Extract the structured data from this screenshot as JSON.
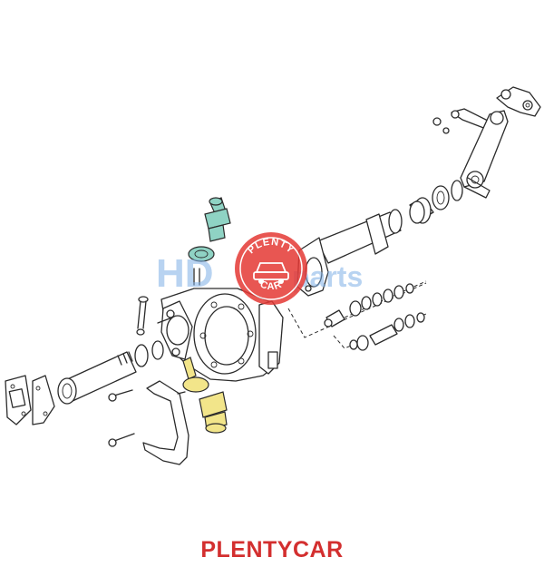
{
  "watermark": {
    "hd_text": "HD",
    "parts_text": "parts",
    "seal_top_text": "PLENTY",
    "seal_bottom_text": "CAR",
    "hd_color": "#7fb0e6",
    "seal_color": "#e53935"
  },
  "footer": {
    "brand": "PLENTYCAR",
    "color": "#d32f2f"
  },
  "highlight_colors": {
    "teal": "#8fd3c4",
    "yellow": "#f2e58a"
  }
}
